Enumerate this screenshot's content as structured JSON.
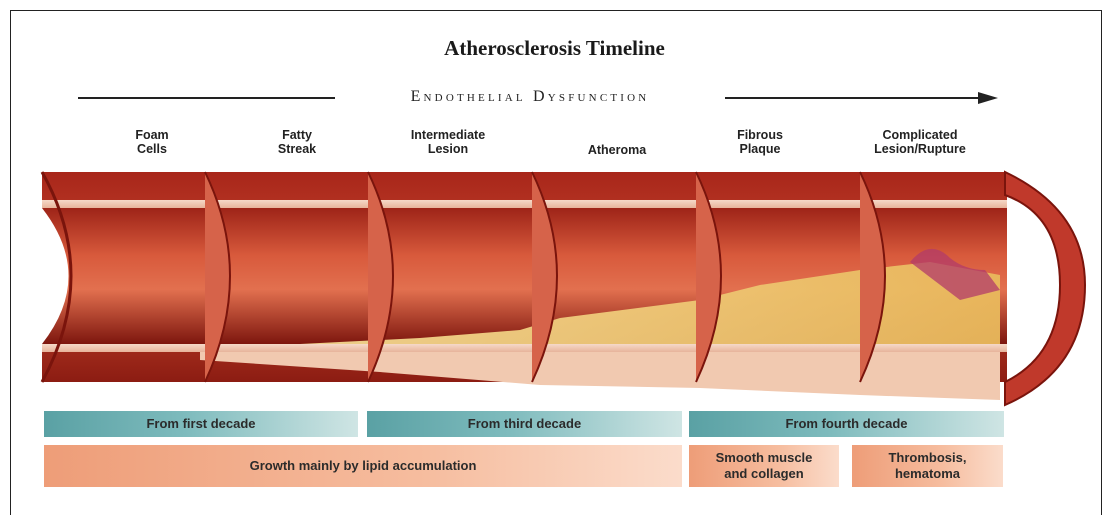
{
  "title": "Atherosclerosis Timeline",
  "dysfunction_label": "Endothelial Dysfunction",
  "stages": [
    {
      "line1": "Foam",
      "line2": "Cells"
    },
    {
      "line1": "Fatty",
      "line2": "Streak"
    },
    {
      "line1": "Intermediate",
      "line2": "Lesion"
    },
    {
      "line1": "Atheroma",
      "line2": ""
    },
    {
      "line1": "Fibrous",
      "line2": "Plaque"
    },
    {
      "line1": "Complicated",
      "line2": "Lesion/Rupture"
    }
  ],
  "decade_bars": [
    {
      "label": "From first decade"
    },
    {
      "label": "From third decade"
    },
    {
      "label": "From fourth decade"
    }
  ],
  "growth_bars": [
    {
      "label": "Growth mainly by lipid accumulation"
    },
    {
      "line1": "Smooth muscle",
      "line2": "and collagen"
    },
    {
      "line1": "Thrombosis,",
      "line2": "hematoma"
    }
  ],
  "colors": {
    "artery_wall": "#c0392b",
    "lumen_dark": "#8e1b12",
    "plaque": "#f2cf7a",
    "teal_bar": "#5aa1a4",
    "salmon_bar": "#ee9d78"
  }
}
